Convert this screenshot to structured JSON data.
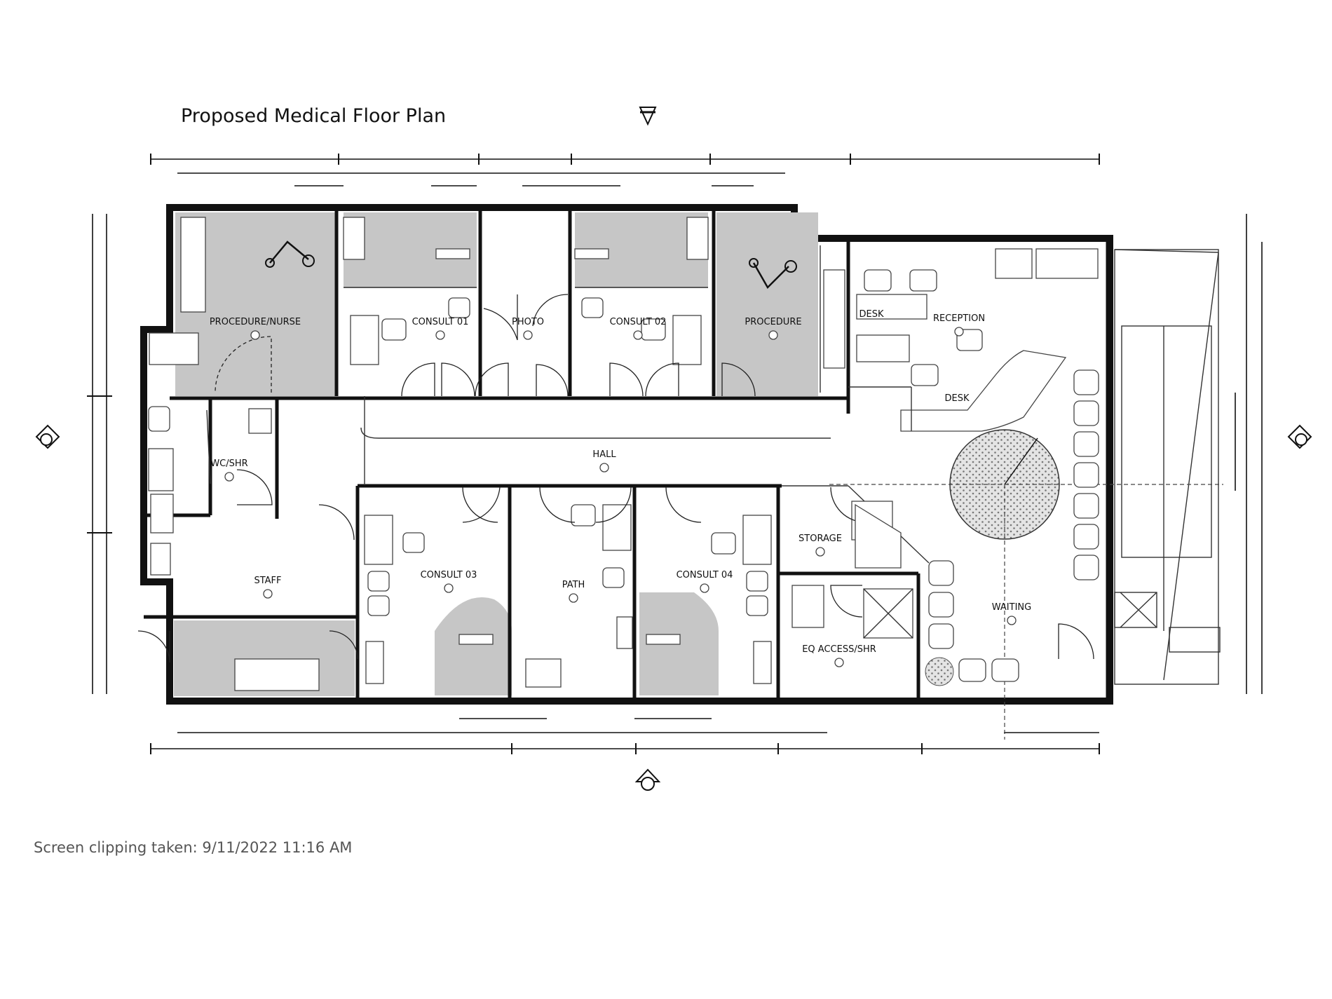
{
  "page": {
    "title": "Proposed Medical Floor Plan",
    "clipping_note": "Screen clipping taken: 9/11/2022 11:16 AM"
  },
  "rooms": {
    "procedure_nurse": "PROCEDURE/NURSE",
    "consult_01": "CONSULT 01",
    "photo": "PHOTO",
    "consult_02": "CONSULT 02",
    "procedure": "PROCEDURE",
    "desk_left": "DESK",
    "reception": "RECEPTION",
    "desk_right": "DESK",
    "wc_shr": "WC/SHR",
    "hall": "HALL",
    "staff": "STAFF",
    "consult_03": "CONSULT 03",
    "path": "PATH",
    "consult_04": "CONSULT 04",
    "storage": "STORAGE",
    "eq_access_shr": "EQ ACCESS/SHR",
    "waiting": "WAITING"
  },
  "colors": {
    "lines": "#111111",
    "shaded_rooms": "#c6c6c6",
    "background": "#ffffff"
  }
}
